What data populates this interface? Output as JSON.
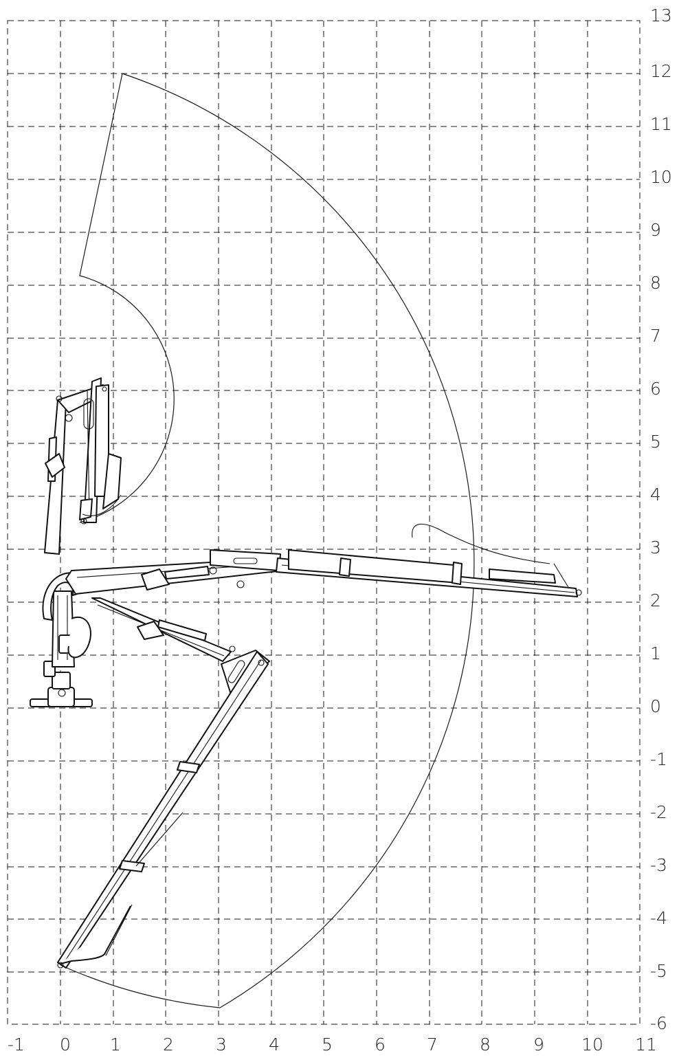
{
  "diagram": {
    "x_axis": {
      "ticks": [
        "-1",
        "0",
        "1",
        "2",
        "3",
        "4",
        "5",
        "6",
        "7",
        "8",
        "9",
        "10",
        "11"
      ]
    },
    "y_axis": {
      "ticks": [
        "13",
        "12",
        "11",
        "10",
        "9",
        "8",
        "7",
        "6",
        "5",
        "4",
        "3",
        "2",
        "1",
        "0",
        "-1",
        "-2",
        "-3",
        "-4",
        "-5",
        "-6"
      ]
    },
    "crane_positions": [
      {
        "name": "stowed"
      },
      {
        "name": "horizontal_full_extension"
      },
      {
        "name": "lowered_full_extension"
      }
    ],
    "reach_envelope": {
      "max_reach_m": 9.8,
      "max_height_m": 12.0,
      "min_depth_m": -5.8
    },
    "colors": {
      "line": "#111111",
      "background": "#ffffff"
    }
  }
}
